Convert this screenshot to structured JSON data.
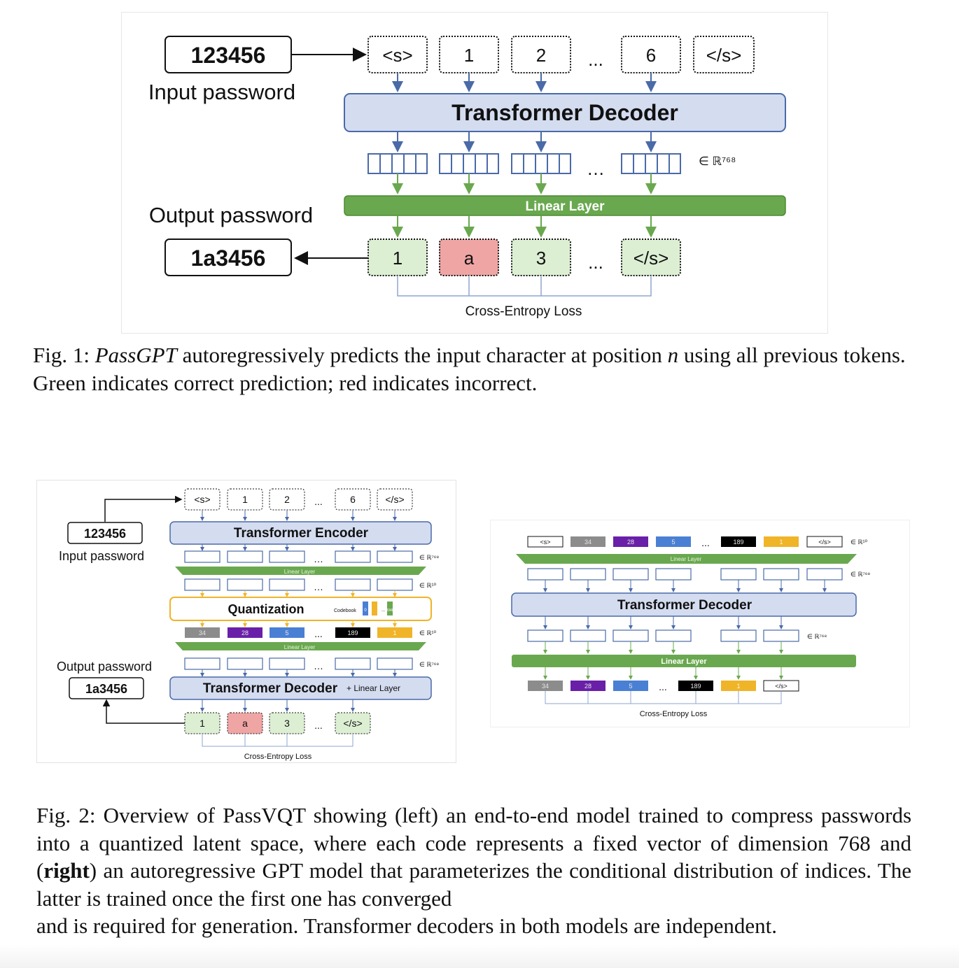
{
  "figure1": {
    "input_value": "123456",
    "input_label": "Input password",
    "tokens": [
      "<s>",
      "1",
      "2",
      "...",
      "6",
      "</s>"
    ],
    "decoder_label": "Transformer Decoder",
    "dim_label": "∈ ℝ⁷⁶⁸",
    "linear_label": "Linear Layer",
    "output_label": "Output password",
    "output_value": "1a3456",
    "predictions": [
      "1",
      "a",
      "3",
      "...",
      "</s>"
    ],
    "loss_label": "Cross-Entropy Loss"
  },
  "caption1": {
    "prefix": "Fig. 1:",
    "italic": "PassGPT",
    "text_a": " autoregressively predicts the input character at position ",
    "var": "n",
    "text_b": " using all previous tokens. Green indicates correct prediction; red indicates incorrect."
  },
  "figure2_left": {
    "input_value": "123456",
    "input_label": "Input password",
    "tokens": [
      "<s>",
      "1",
      "2",
      "...",
      "6",
      "</s>"
    ],
    "encoder_label": "Transformer Encoder",
    "dim768": "∈ ℝ⁷⁶⁸",
    "dim10": "∈ ℝ¹⁰",
    "linear_label": "Linear Layer",
    "quant_label": "Quantization",
    "codebook_label": "Codebook",
    "codebook_items": [
      "0",
      "...",
      "2048"
    ],
    "codes": [
      "34",
      "28",
      "5",
      "...",
      "189",
      "1"
    ],
    "output_label": "Output password",
    "output_value": "1a3456",
    "decoder_label": "Transformer Decoder",
    "decoder_suffix": "+ Linear Layer",
    "predictions": [
      "1",
      "a",
      "3",
      "...",
      "</s>"
    ],
    "loss_label": "Cross-Entropy Loss"
  },
  "figure2_right": {
    "tokens": [
      "<s>",
      "34",
      "28",
      "5",
      "...",
      "189",
      "1",
      "</s>"
    ],
    "dim10": "∈ ℝ¹⁰",
    "dim768": "∈ ℝ⁷⁶⁸",
    "linear_label": "Linear Layer",
    "decoder_label": "Transformer Decoder",
    "predictions": [
      "34",
      "28",
      "5",
      "...",
      "189",
      "1",
      "</s>"
    ],
    "loss_label": "Cross-Entropy Loss"
  },
  "caption2": {
    "prefix": "Fig. 2:",
    "text_a": " Overview of PassVQT showing (left) an end-to-end model trained to compress passwords into a quantized latent space, where each code represents a fixed vector of dimension 768 and (",
    "bold": "right",
    "text_b": ") an autoregressive GPT model that parameterizes the conditional distribution of indices. The latter is trained once the first one has converged",
    "text_c": "and is required for generation. Transformer decoders in both models are independent."
  },
  "colors": {
    "blue_box": "#d4dcf0",
    "blue_border": "#4a6aa8",
    "green_layer": "#6aa84f",
    "green_pred": "#dcefd3",
    "red_pred": "#f0a5a5",
    "yellow": "#f0b429",
    "purple": "#6a1fa8",
    "code_blue": "#4a80d4",
    "gray": "#8c8c8c",
    "black": "#000000"
  }
}
